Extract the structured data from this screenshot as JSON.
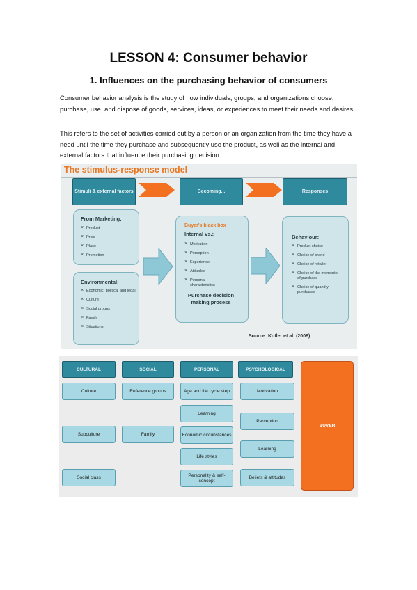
{
  "lesson": {
    "title": "LESSON 4: Consumer behavior",
    "subtitle": "1.  Influences on the purchasing behavior of consumers",
    "paragraphs": [
      "Consumer behavior analysis is the study of how individuals, groups, and organizations choose, purchase, use, and dispose of goods, services, ideas, or experiences to meet their needs and desires.",
      "This refers to the set of activities carried out by a person or an organization from the time they have a need until the time they purchase and subsequently use the product, as well as the internal and external factors that influence their purchasing decision."
    ]
  },
  "figure1": {
    "title": "The stimulus-response model",
    "headers": [
      "Stimuli & external factors",
      "Becoming...",
      "Responses"
    ],
    "marketing": {
      "heading": "From Marketing:",
      "items": [
        "Product",
        "Price",
        "Place",
        "Promotion"
      ]
    },
    "environmental": {
      "heading": "Environmental:",
      "items": [
        "Economic, political and legal",
        "Culture",
        "Social groups",
        "Family",
        "Situations"
      ]
    },
    "black_box": {
      "label": "Buyer's black box",
      "heading": "Internal vs.:",
      "items": [
        "Motivation",
        "Perception",
        "Experience",
        "Attitudes",
        "Personal characteristics"
      ],
      "decision": "Purchase decision making process"
    },
    "behaviour": {
      "heading": "Behaviour:",
      "items": [
        "Product choice",
        "Choice of brand",
        "Choice of retailer",
        "Choice of the momento of purchase",
        "Choice of quantity purchased"
      ]
    },
    "source": "Source: Kotler et al. (2008)",
    "colors": {
      "header": "#2f8a9e",
      "accent": "#e87722",
      "box": "#cfe5ea"
    }
  },
  "figure2": {
    "headers": [
      "CULTURAL",
      "SOCIAL",
      "PERSONAL",
      "PSYCHOLOGICAL"
    ],
    "cultural": [
      "Culture",
      "Subculture",
      "Social class"
    ],
    "social": [
      "Reference groups",
      "Family"
    ],
    "personal": [
      "Age and life cycle step",
      "Learning",
      "Economic circunstances",
      "Life styles",
      "Personality & self-concept"
    ],
    "psychological": [
      "Motivation",
      "Perception",
      "Learning",
      "Beliefs & attitudes"
    ],
    "buyer": "BUYER",
    "colors": {
      "header": "#2f8a9e",
      "cell": "#a8d8e3",
      "buyer": "#f37021"
    }
  }
}
